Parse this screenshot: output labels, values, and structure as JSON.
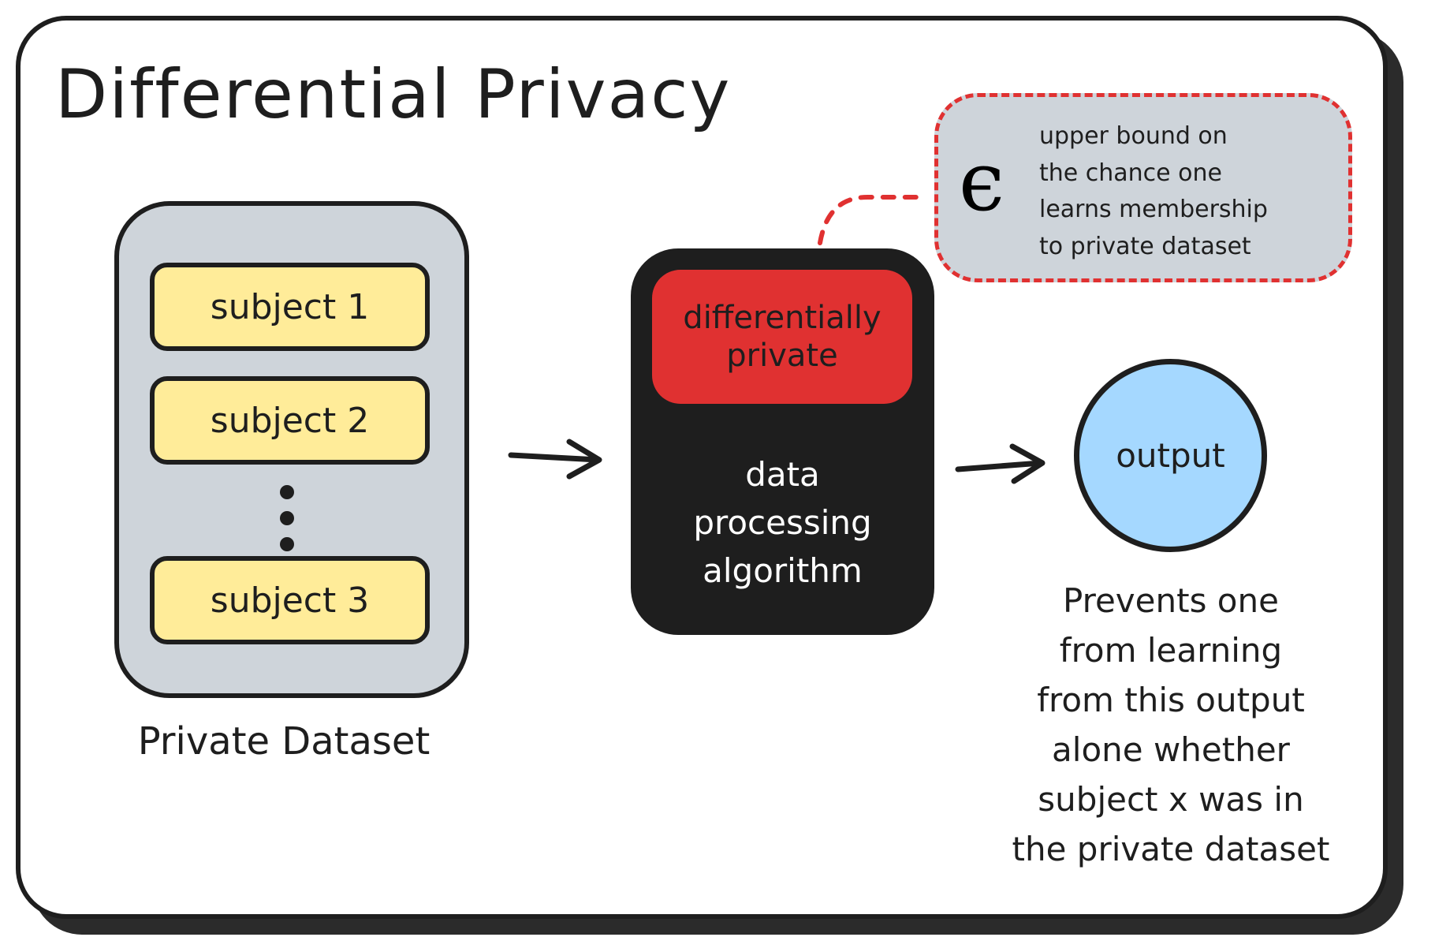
{
  "title": "Differential Privacy",
  "dataset": {
    "label": "Private Dataset",
    "subjects": [
      "subject 1",
      "subject 2",
      "subject 3"
    ]
  },
  "algorithm": {
    "dp_lines": [
      "differentially",
      "private"
    ],
    "label_lines": [
      "data",
      "processing",
      "algorithm"
    ]
  },
  "callout": {
    "symbol": "ϵ",
    "lines": [
      "upper bound on",
      "the chance one",
      "learns membership",
      "to private dataset"
    ]
  },
  "output": {
    "label": "output",
    "explanation_lines": [
      "Prevents one",
      "from learning",
      "from this output",
      "alone whether",
      "subject x was in",
      "the private dataset"
    ]
  },
  "colors": {
    "stroke": "#1e1e1e",
    "dataset_fill": "#ced4da",
    "subject_fill": "#ffec99",
    "dp_fill": "#e03131",
    "output_fill": "#a5d8ff",
    "callout_border": "#e03131"
  }
}
